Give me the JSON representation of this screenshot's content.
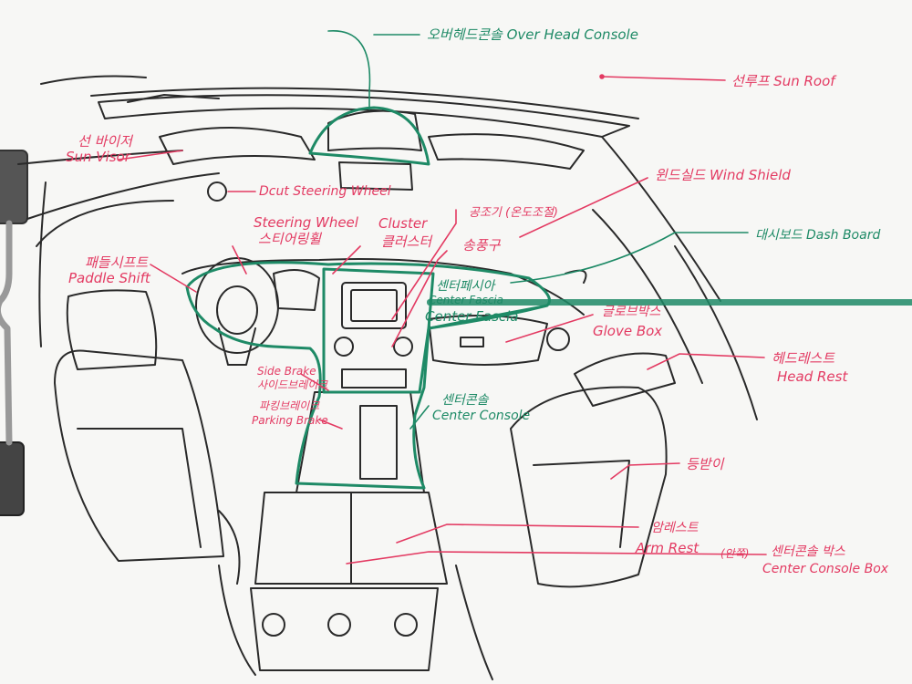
{
  "colors": {
    "sketch": "#2a2a2a",
    "label_red": "#e33a62",
    "label_green": "#1e8a66",
    "paper": "#f7f7f5"
  },
  "labels": {
    "overhead_console": "오버헤드콘솔 Over Head Console",
    "sun_roof": "선루프 Sun Roof",
    "sun_visor_ko": "선 바이저",
    "sun_visor_en": "Sun Visor",
    "dcut_wheel": "Dcut Steering Wheel",
    "wind_shield": "윈드실드 Wind Shield",
    "air_vent": "공조기 (온도조절)",
    "dash_board": "대시보드 Dash Board",
    "steering_en": "Steering Wheel",
    "steering_ko": "스티어링휠",
    "cluster_en": "Cluster",
    "cluster_ko": "클러스터",
    "vent": "송풍구",
    "paddle_ko": "패들시프트",
    "paddle_en": "Paddle Shift",
    "center_fascia_ko": "센터페시아",
    "center_fascia_crossed": "Center Fascia",
    "center_fascia_en": "Center Fascia",
    "glove_ko": "글로브박스",
    "glove_en": "Glove Box",
    "head_rest_ko": "헤드레스트",
    "head_rest_en": "Head Rest",
    "side_brake_en": "Side Brake",
    "side_brake_ko": "사이드브레이크",
    "parking_ko": "파킹브레이크",
    "parking_en": "Parking Brake",
    "center_console_ko": "센터콘솔",
    "center_console_en": "Center Console",
    "seat_back": "등받이",
    "arm_rest_ko": "암레스트",
    "arm_rest_en": "Arm Rest",
    "storage_note": "(안쪽)",
    "console_box_ko": "센터콘솔 박스",
    "console_box_en": "Center Console Box"
  }
}
